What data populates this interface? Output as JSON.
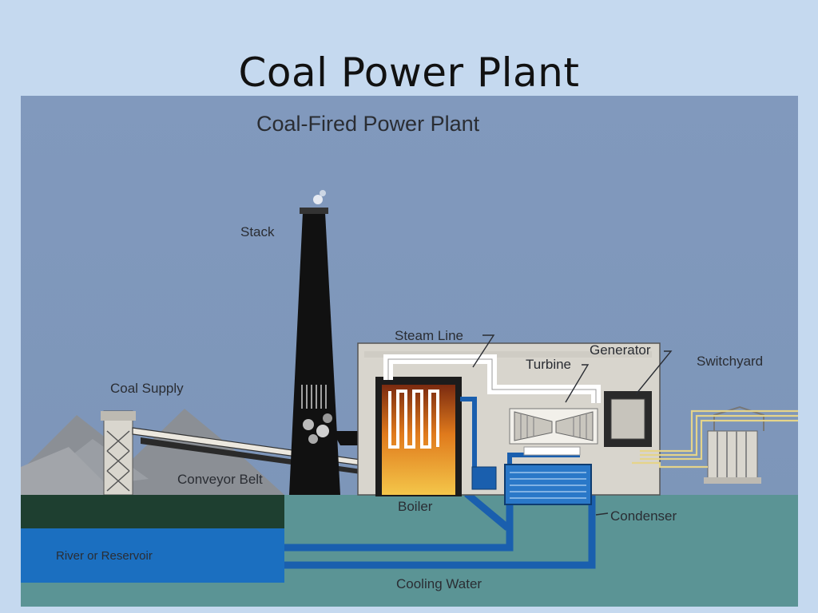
{
  "slide": {
    "title": "Coal Power Plant"
  },
  "diagram": {
    "title": "Coal-Fired Power Plant",
    "labels": {
      "stack": "Stack",
      "coal_supply": "Coal Supply",
      "conveyor_belt": "Conveyor Belt",
      "steam_line": "Steam Line",
      "turbine": "Turbine",
      "generator": "Generator",
      "switchyard": "Switchyard",
      "boiler": "Boiler",
      "condenser": "Condenser",
      "river": "River or Reservoir",
      "cooling_water": "Cooling Water"
    }
  },
  "colors": {
    "slide_background": "#c5d9ef",
    "sky": "#7f97bb",
    "ground": "#5b9495",
    "water": "#1b6fc0",
    "pipe": "#1a5fae",
    "building": "#d8d5cd"
  }
}
